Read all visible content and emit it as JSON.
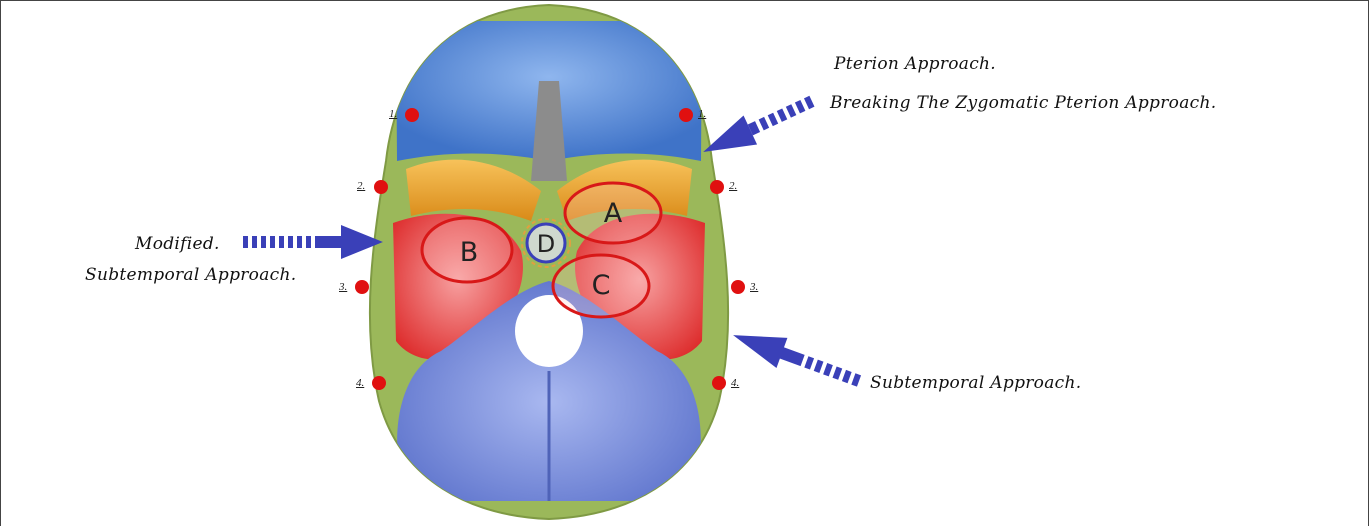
{
  "approach_labels": {
    "pterion": "Pterion Approach.",
    "breaking_zygomatic": "Breaking The Zygomatic Pterion Approach.",
    "modified": "Modified.",
    "subtemporal_modified": "Subtemporal Approach.",
    "subtemporal": "Subtemporal Approach."
  },
  "regions": {
    "a": "A",
    "b": "B",
    "c": "C",
    "d": "D"
  },
  "markers": {
    "left": [
      "1.",
      "2.",
      "3.",
      "4."
    ],
    "right": [
      "1.",
      "2.",
      "3.",
      "4."
    ]
  },
  "colors": {
    "frontal": "#5b8fd6",
    "middle_fossa": "#e85a5a",
    "posterior_fossa": "#7d93dc",
    "lateral_rim": "#9bb85a",
    "sphenoid": "#f0b030",
    "region_outline": "#d81818",
    "arrow": "#3a40b8",
    "marker": "#e01010"
  }
}
